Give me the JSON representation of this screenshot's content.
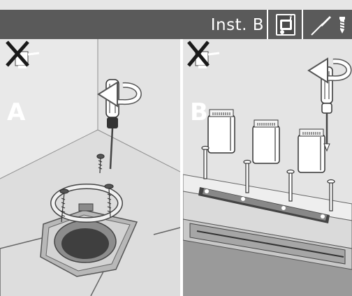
{
  "header": {
    "title": "Inst. B",
    "background_color": "#5a5a5a",
    "icons": [
      "info-manual-icon",
      "screwdriver-screw-icon"
    ]
  },
  "panels": [
    {
      "letter": "A",
      "prohibited_tool": "silicone-cartridge-icon",
      "direction": "counterclockwise-arrow-icon"
    },
    {
      "letter": "B",
      "prohibited_tool": "silicone-cartridge-icon",
      "direction": "counterclockwise-arrow-icon"
    }
  ]
}
